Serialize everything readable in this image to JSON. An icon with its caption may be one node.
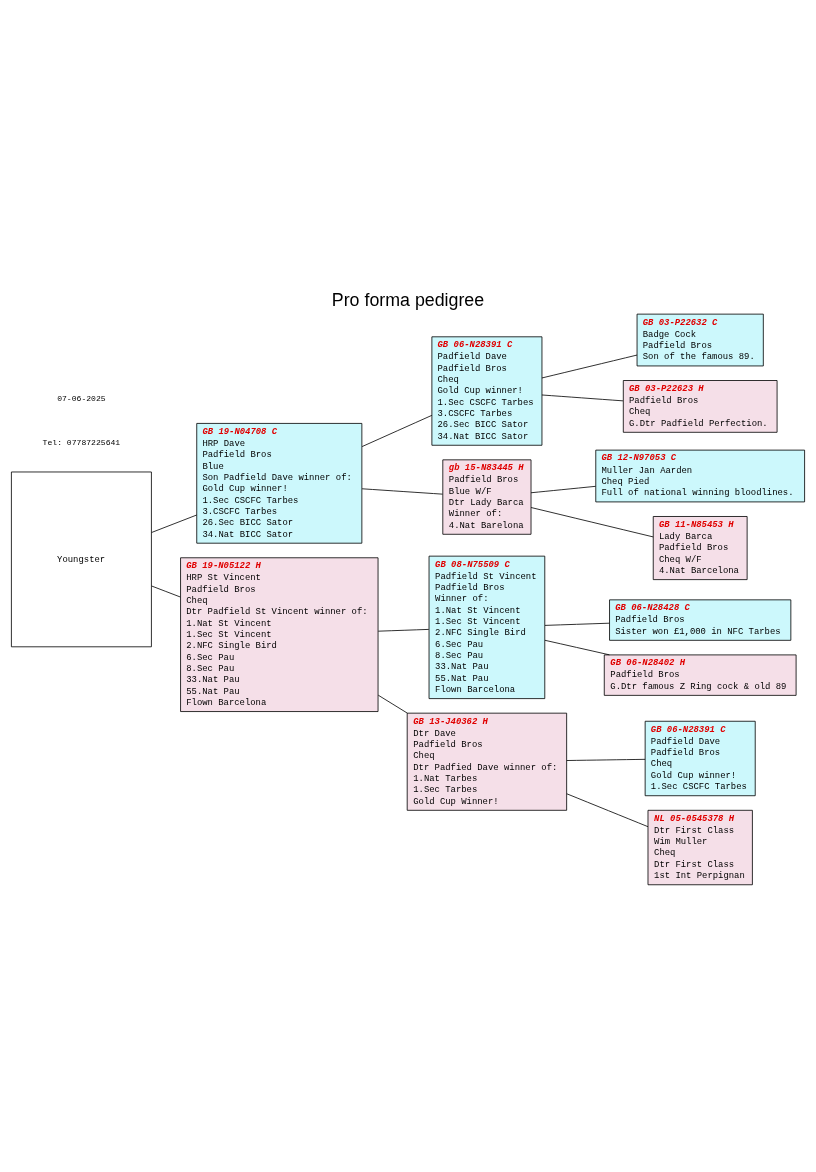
{
  "diagram": {
    "title": "Pro forma pedigree",
    "nodes": [
      {
        "text": [
          "Youngster"
        ]
      },
      {
        "text": [
          "GB 19-N04708 C",
          "HRP Dave",
          "Padfield Bros",
          "Blue",
          "Son Padfield Dave winner of:",
          "Gold Cup winner!",
          "1.Sec CSCFC Tarbes",
          "3.CSCFC Tarbes",
          "26.Sec BICC Sator",
          "34.Nat BICC Sator"
        ]
      },
      {
        "text": [
          "GB 19-N05122 H",
          "HRP St Vincent",
          "Padfield Bros",
          "Cheq",
          "Dtr Padfield St Vincent winner of:",
          "1.Nat St Vincent",
          "1.Sec St Vincent",
          "2.NFC Single Bird",
          "6.Sec Pau",
          "8.Sec Pau",
          "33.Nat Pau",
          "55.Nat Pau",
          "Flown Barcelona"
        ]
      },
      {
        "text": [
          "GB 06-N28391 C",
          "Padfield Dave",
          "Padfield Bros",
          "Cheq",
          "Gold Cup winner!",
          "1.Sec CSCFC Tarbes",
          "3.CSCFC Tarbes",
          "26.Sec BICC Sator",
          "34.Nat BICC Sator"
        ]
      },
      {
        "text": [
          "gb 15-N83445 H",
          "Padfield Bros",
          "Blue W/F",
          "Dtr Lady Barca",
          "Winner of:",
          "4.Nat Barelona"
        ]
      },
      {
        "text": [
          "GB 08-N75509 C",
          "Padfield St Vincent",
          "Padfield Bros",
          "Winner of:",
          "1.Nat St Vincent",
          "1.Sec St Vincent",
          "2.NFC Single Bird",
          "6.Sec Pau",
          "8.Sec Pau",
          "33.Nat Pau",
          "55.Nat Pau",
          "Flown Barcelona"
        ]
      },
      {
        "text": [
          "GB 13-J40362 H",
          "Dtr Dave",
          "Padfield Bros",
          "Cheq",
          "Dtr Padfied Dave winner of:",
          "1.Nat Tarbes",
          "1.Sec Tarbes",
          "Gold Cup Winner!"
        ]
      },
      {
        "text": [
          "GB 03-P22632 C",
          "Badge Cock",
          "Padfield Bros",
          "Son of the famous 89."
        ]
      },
      {
        "text": [
          "GB 03-P22623 H",
          "Padfield Bros",
          "Cheq",
          "G.Dtr Padfield Perfection."
        ]
      },
      {
        "text": [
          "GB 12-N97053 C",
          "Muller Jan Aarden",
          "Cheq Pied",
          "Full of national winning bloodlines."
        ]
      },
      {
        "text": [
          "GB 11-N85453 H",
          "Lady Barca",
          "Padfield Bros",
          "Cheq W/F",
          "4.Nat Barcelona"
        ]
      },
      {
        "text": [
          "GB 06-N28428 C",
          "Padfield Bros",
          "Sister won £1,000 in NFC Tarbes"
        ]
      },
      {
        "text": [
          "GB 06-N28402 H",
          "Padfield Bros",
          "G.Dtr famous Z Ring cock & old 89"
        ]
      },
      {
        "text": [
          "GB 06-N28391 C",
          "Padfield Dave",
          "Padfield Bros",
          "Cheq",
          "Gold Cup winner!",
          "1.Sec CSCFC Tarbes"
        ]
      },
      {
        "text": [
          "NL 05-0545378 H",
          "Dtr First Class",
          "Wim Muller",
          "Cheq",
          "Dtr First Class",
          "1st Int Perpignan"
        ]
      }
    ],
    "edges": [
      {
        "from": 0,
        "to": 1,
        "arrow": "none"
      },
      {
        "from": 0,
        "to": 2,
        "arrow": "none"
      },
      {
        "from": 1,
        "to": 3,
        "arrow": "none"
      },
      {
        "from": 1,
        "to": 4,
        "arrow": "none"
      },
      {
        "from": 2,
        "to": 5,
        "arrow": "none"
      },
      {
        "from": 2,
        "to": 6,
        "arrow": "none"
      },
      {
        "from": 3,
        "to": 7,
        "arrow": "none"
      },
      {
        "from": 3,
        "to": 8,
        "arrow": "none"
      },
      {
        "from": 4,
        "to": 9,
        "arrow": "none"
      },
      {
        "from": 4,
        "to": 10,
        "arrow": "none"
      },
      {
        "from": 5,
        "to": 11,
        "arrow": "none"
      },
      {
        "from": 5,
        "to": 12,
        "arrow": "none"
      },
      {
        "from": 6,
        "to": 13,
        "arrow": "none"
      },
      {
        "from": 6,
        "to": 14,
        "arrow": "none"
      }
    ],
    "labels": [
      "Tel: 07787225641",
      "07-06-2025"
    ]
  }
}
